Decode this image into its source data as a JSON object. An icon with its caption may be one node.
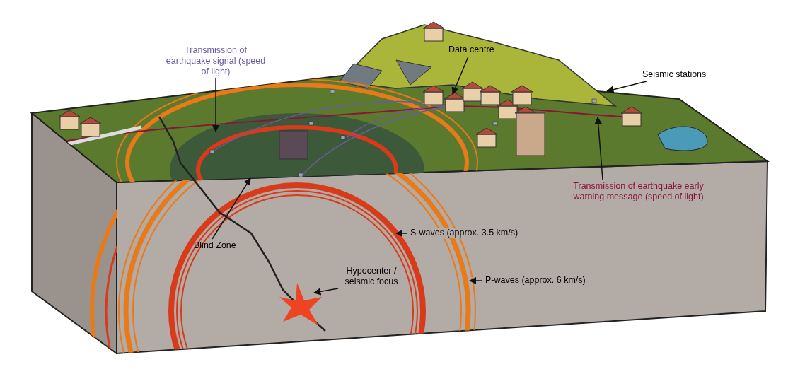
{
  "diagram": {
    "nodes": [
      {
        "text": [
          "Transmission of earthquake signal (speed of light)"
        ]
      },
      {
        "text": [
          "Data centre"
        ]
      },
      {
        "text": [
          "Seismic stations"
        ]
      },
      {
        "text": [
          "Transmission of earthquake early warning message (speed of light)"
        ]
      },
      {
        "text": [
          "Blind Zone"
        ]
      },
      {
        "text": [
          "S-waves (approx. 3.5 km/s)"
        ]
      },
      {
        "text": [
          "P-waves (approx. 6 km/s)"
        ]
      },
      {
        "text": [
          "Hypocenter / seismic focus"
        ]
      }
    ],
    "edges": [
      {
        "from": 0,
        "to": null,
        "arrow": "to"
      },
      {
        "from": 1,
        "to": null,
        "arrow": "to"
      },
      {
        "from": 2,
        "to": null,
        "arrow": "to"
      },
      {
        "from": 3,
        "to": null,
        "arrow": "to"
      },
      {
        "from": 4,
        "to": null,
        "arrow": "to"
      },
      {
        "from": 5,
        "to": null,
        "arrow": "to"
      },
      {
        "from": 6,
        "to": null,
        "arrow": "to"
      },
      {
        "from": 7,
        "to": null,
        "arrow": "to"
      }
    ]
  }
}
